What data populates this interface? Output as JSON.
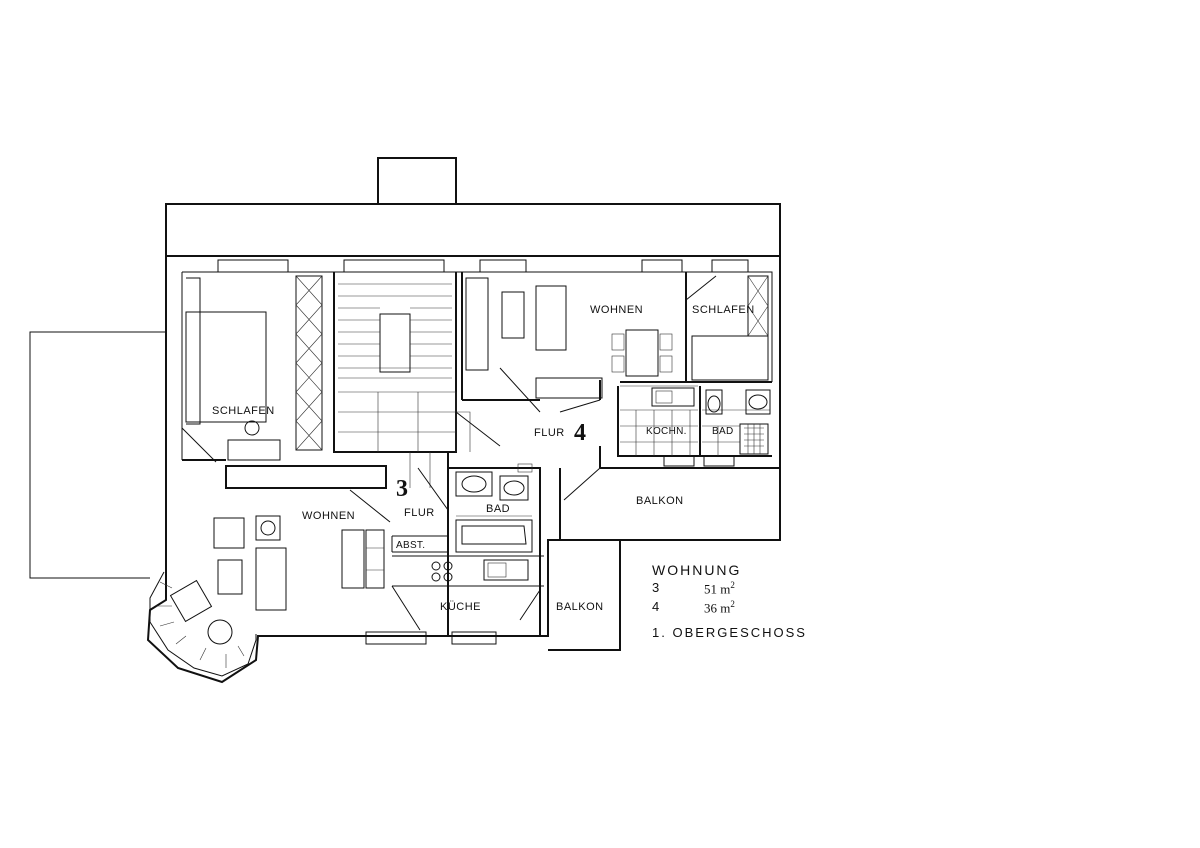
{
  "rooms": {
    "schlafen_left": "SCHLAFEN",
    "wohnen_3": "WOHNEN",
    "flur_3": "FLUR",
    "bad_3": "BAD",
    "abst": "ABST.",
    "kueche": "KÜCHE",
    "balkon_lower": "BALKON",
    "wohnen_4": "WOHNEN",
    "schlafen_right": "SCHLAFEN",
    "flur_4": "FLUR",
    "kochn": "KOCHN.",
    "bad_4": "BAD",
    "balkon_upper": "BALKON"
  },
  "unit_numbers": {
    "unit_3": "3",
    "unit_4": "4"
  },
  "legend": {
    "title": "WOHNUNG",
    "rows": [
      {
        "unit": "3",
        "area": "51",
        "unit_label": "m",
        "exp": "2"
      },
      {
        "unit": "4",
        "area": "36",
        "unit_label": "m",
        "exp": "2"
      }
    ],
    "floor": "1. OBERGESCHOSS"
  },
  "colors": {
    "line": "#111111",
    "background": "#ffffff"
  }
}
